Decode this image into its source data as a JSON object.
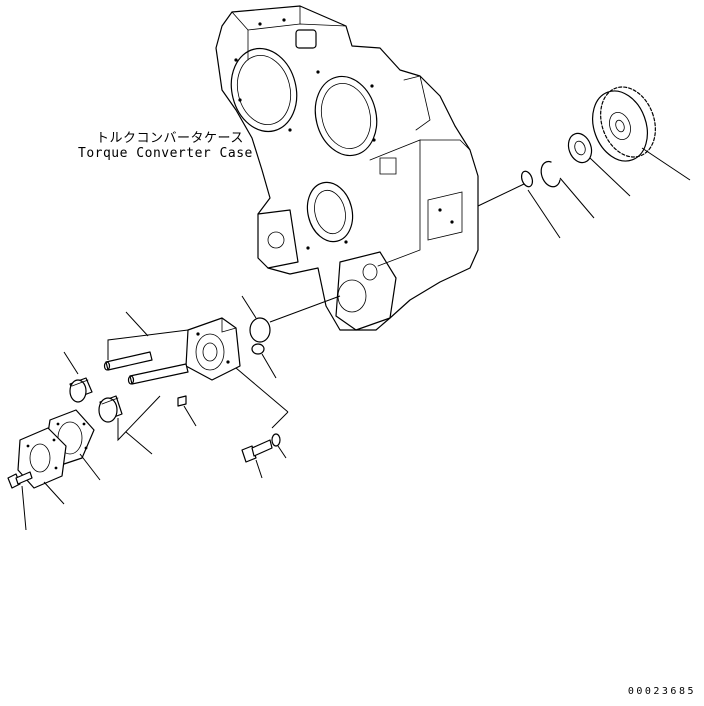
{
  "diagram": {
    "case_label_jp": "トルクコンバータケース",
    "case_label_en": "Torque Converter Case",
    "drawing_number": "00023685"
  }
}
